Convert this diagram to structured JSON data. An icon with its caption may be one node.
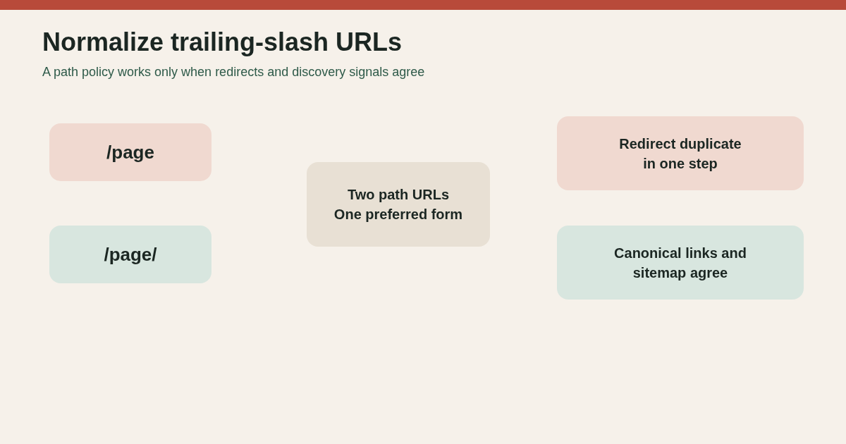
{
  "diagram": {
    "title": "Normalize trailing-slash URLs",
    "nodes": [
      {
        "text": [
          "/page"
        ]
      },
      {
        "text": [
          "/page/"
        ]
      },
      {
        "text": [
          "Two path URLs One preferred form"
        ]
      },
      {
        "text": [
          "Redirect duplicate in one step"
        ]
      },
      {
        "text": [
          "Canonical links and sitemap agree"
        ]
      }
    ],
    "labels": [
      "A path policy works only when redirects and discovery signals agree"
    ]
  }
}
